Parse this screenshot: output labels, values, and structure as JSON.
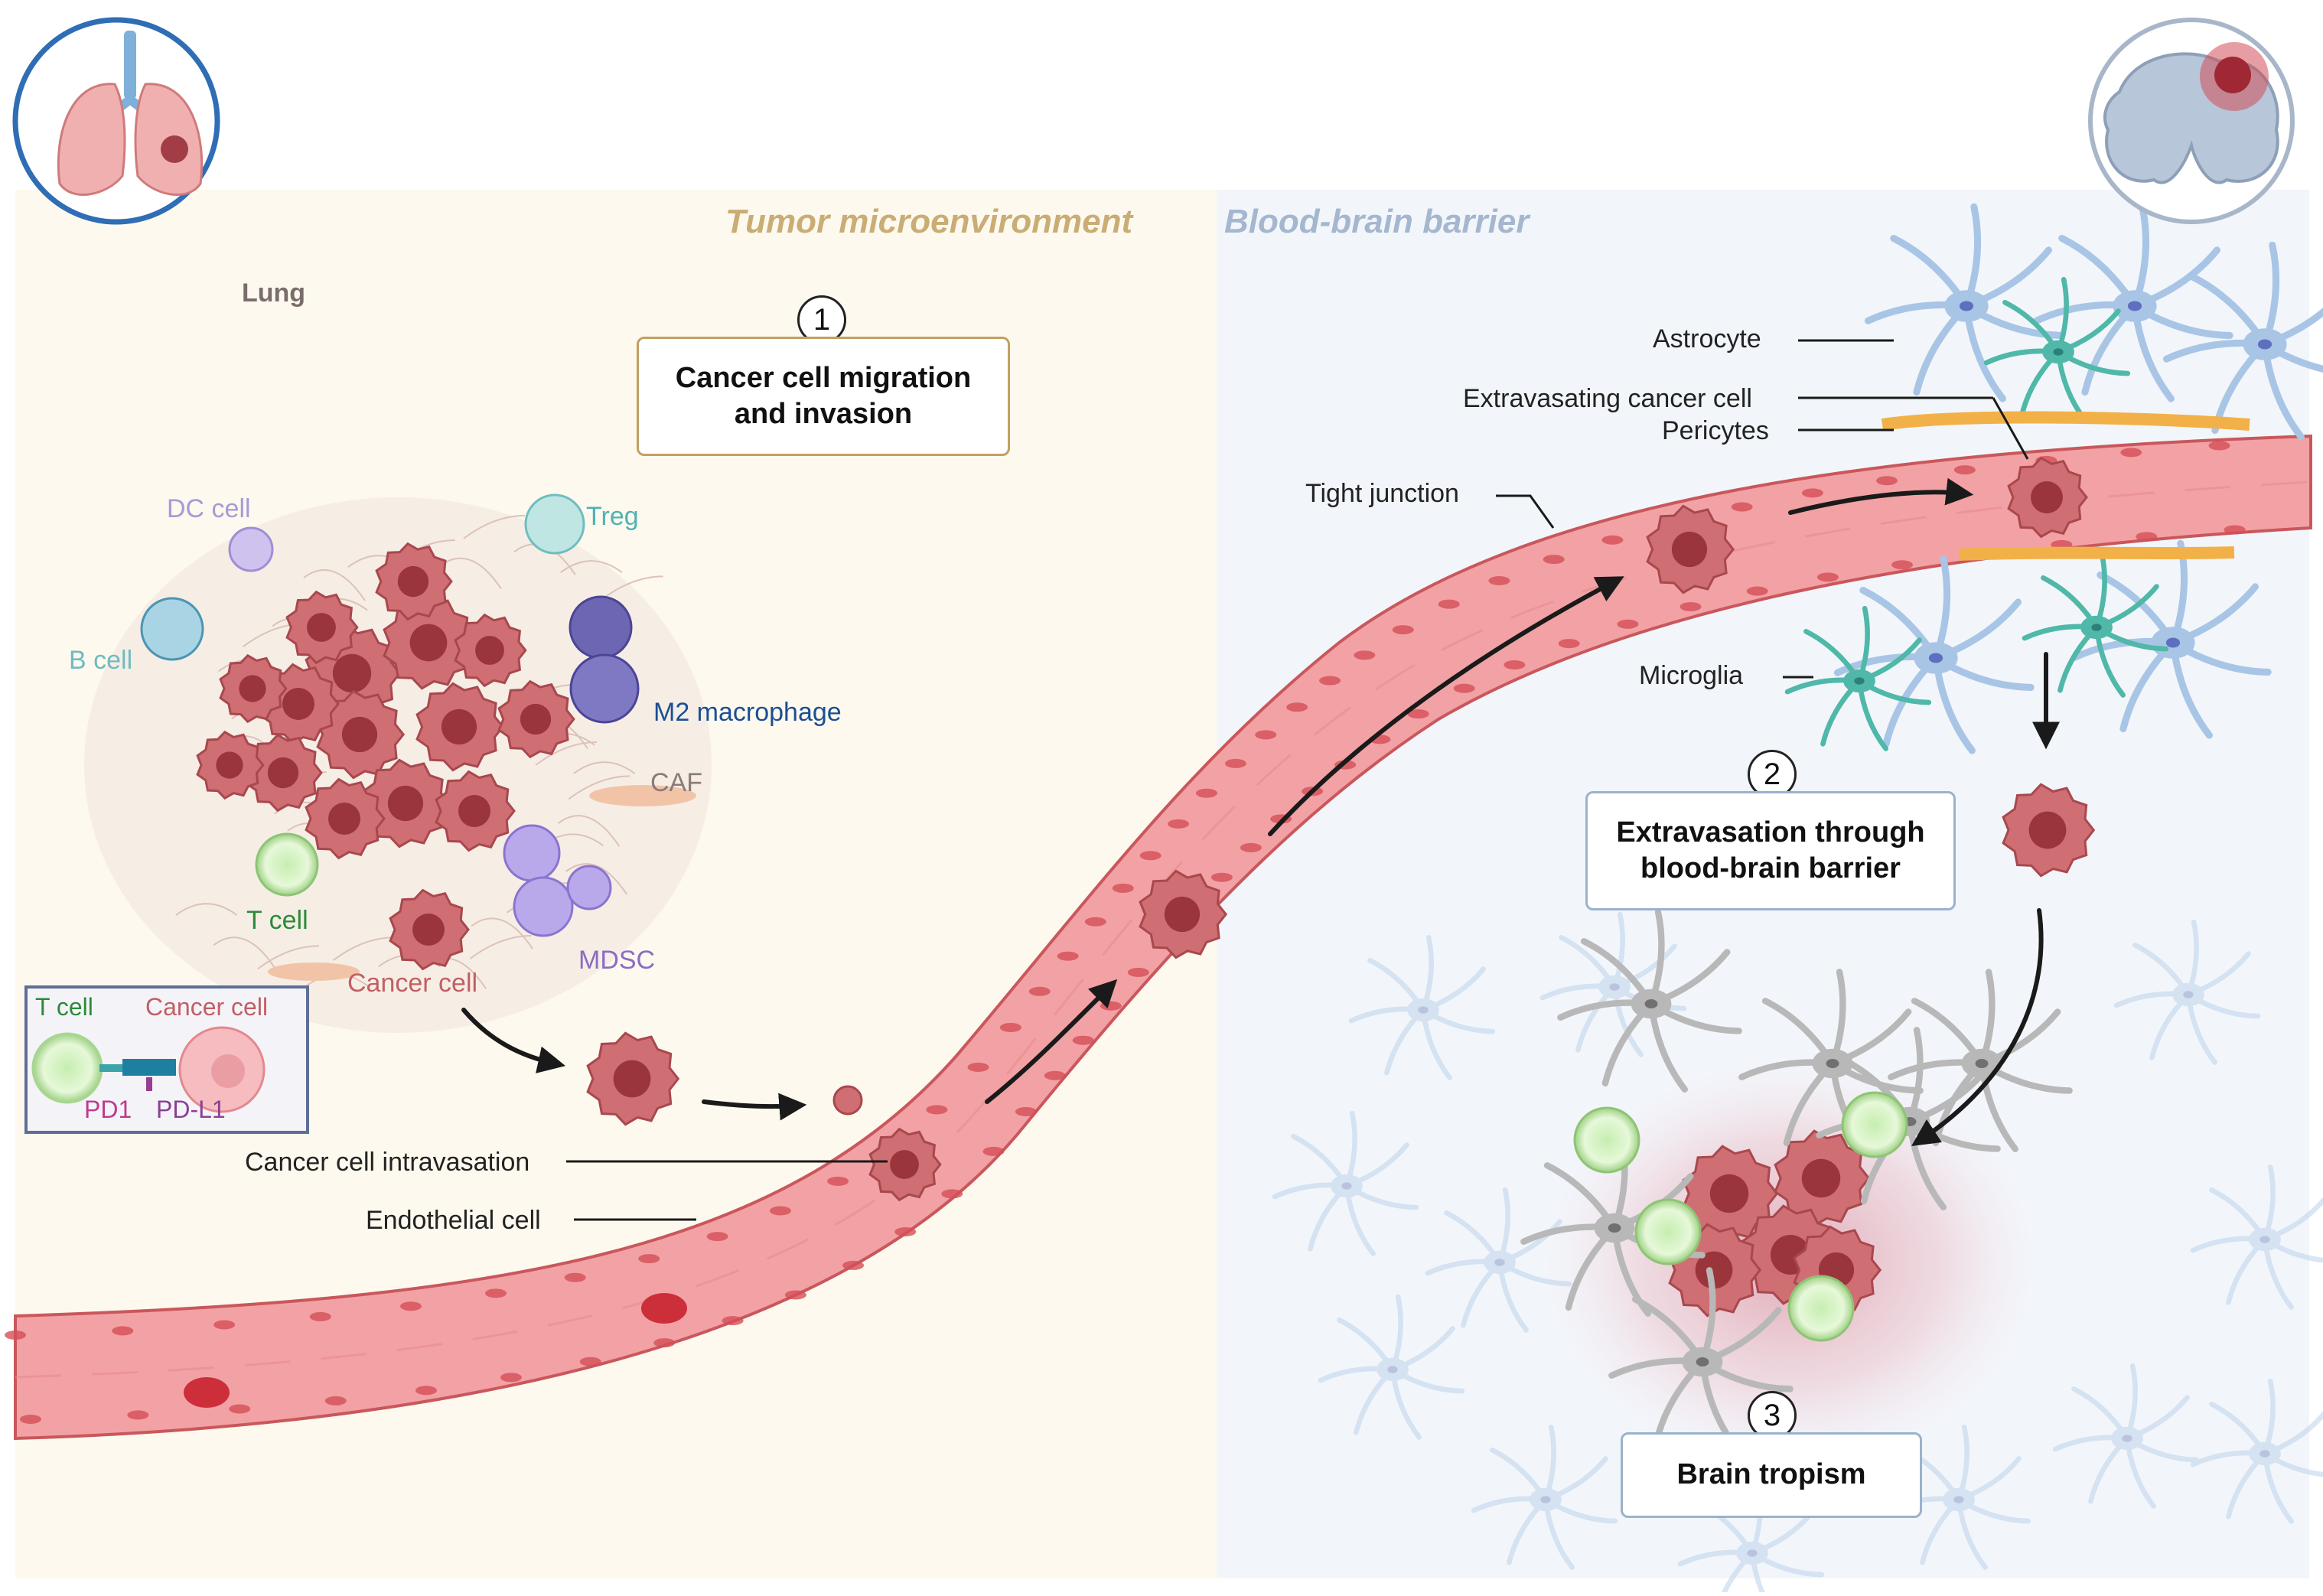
{
  "sections": {
    "tumor": "Tumor microenvironment",
    "bbb": "Blood-brain barrier"
  },
  "lung_label": "Lung",
  "steps": [
    {
      "number": "1",
      "text": "Cancer cell migration\nand invasion"
    },
    {
      "number": "2",
      "text": "Extravasation through\nblood-brain barrier"
    },
    {
      "number": "3",
      "text": "Brain tropism"
    }
  ],
  "tme_labels": {
    "dc_cell": "DC cell",
    "treg": "Treg",
    "b_cell": "B cell",
    "m2_macrophage": "M2 macrophage",
    "caf": "CAF",
    "t_cell": "T cell",
    "cancer_cell": "Cancer cell",
    "mdsc": "MDSC"
  },
  "inset": {
    "t_cell": "T cell",
    "cancer_cell": "Cancer cell",
    "pd1": "PD1",
    "pd_l1": "PD-L1"
  },
  "vessel_labels": {
    "intravasation": "Cancer cell intravasation",
    "endothelial": "Endothelial cell",
    "tight_junction": "Tight junction"
  },
  "bbb_labels": {
    "astrocyte": "Astrocyte",
    "extravasating": "Extravasating cancer cell",
    "pericytes": "Pericytes",
    "microglia": "Microglia"
  },
  "colors": {
    "tumor_bg": "#fdf9ee",
    "bbb_bg": "#f2f6fb",
    "tumor_title": "#c9ad74",
    "bbb_title": "#a5b7cf",
    "vessel": "#f4a7a9",
    "cancer_cell": "#c0575c",
    "box_border_1": "#c2a063",
    "box_border_2": "#9ab2cc",
    "organ_circle_lung": "#2f6db5",
    "organ_circle_brain": "#a8b6c9"
  },
  "icons": [
    "lung-icon",
    "brain-icon"
  ]
}
